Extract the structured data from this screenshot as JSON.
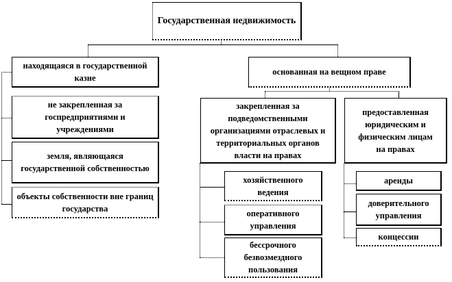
{
  "root": {
    "label": "Государственная недвижимость"
  },
  "left_branch": {
    "label": "находящаяся в государственной казне",
    "items": [
      {
        "label": "не закрепленная за госпредприятиями и учреждениями"
      },
      {
        "label": "земля, являющаяся государственной собственностью"
      },
      {
        "label": "объекты собственности вне границ государства"
      }
    ]
  },
  "right_branch": {
    "label": "основанная на вещном праве",
    "sub_a": {
      "label": "закрепленная за подведомственными организациями отраслевых и территориальных органов власти на правах",
      "items": [
        {
          "label": "хозяйственного ведения"
        },
        {
          "label": "оперативного управления"
        },
        {
          "label": "бессрочного безвозмездного пользования"
        }
      ]
    },
    "sub_b": {
      "label": "предоставленная юридическим и физическим лицам на правах",
      "items": [
        {
          "label": "аренды"
        },
        {
          "label": "доверительного управления"
        },
        {
          "label": "концессии"
        }
      ]
    }
  }
}
